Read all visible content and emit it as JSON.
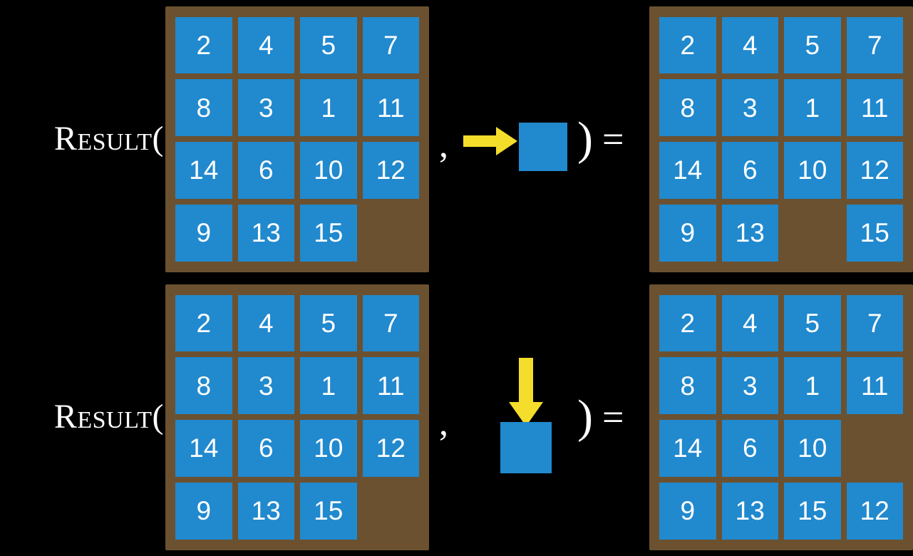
{
  "background_color": "#000000",
  "colors": {
    "tile": "#2189ce",
    "board_frame": "#6b5130",
    "arrow": "#f5dd2c",
    "text": "#ffffff"
  },
  "rows": [
    {
      "id": "result-row-slide-right",
      "label": "Result(",
      "comma": ",",
      "close_paren": ")",
      "equals": "=",
      "move_icon": "arrow-right-icon",
      "move_direction": "right",
      "input_board": {
        "name": "input-board-top",
        "rows": 4,
        "cols": 4,
        "cells": [
          [
            "2",
            "4",
            "5",
            "7"
          ],
          [
            "8",
            "3",
            "1",
            "11"
          ],
          [
            "14",
            "6",
            "10",
            "12"
          ],
          [
            "9",
            "13",
            "15",
            ""
          ]
        ]
      },
      "output_board": {
        "name": "output-board-top",
        "rows": 4,
        "cols": 4,
        "cells": [
          [
            "2",
            "4",
            "5",
            "7"
          ],
          [
            "8",
            "3",
            "1",
            "11"
          ],
          [
            "14",
            "6",
            "10",
            "12"
          ],
          [
            "9",
            "13",
            "",
            "15"
          ]
        ]
      }
    },
    {
      "id": "result-row-slide-down",
      "label": "Result(",
      "comma": ",",
      "close_paren": ")",
      "equals": "=",
      "move_icon": "arrow-down-icon",
      "move_direction": "down",
      "input_board": {
        "name": "input-board-bottom",
        "rows": 4,
        "cols": 4,
        "cells": [
          [
            "2",
            "4",
            "5",
            "7"
          ],
          [
            "8",
            "3",
            "1",
            "11"
          ],
          [
            "14",
            "6",
            "10",
            "12"
          ],
          [
            "9",
            "13",
            "15",
            ""
          ]
        ]
      },
      "output_board": {
        "name": "output-board-bottom",
        "rows": 4,
        "cols": 4,
        "cells": [
          [
            "2",
            "4",
            "5",
            "7"
          ],
          [
            "8",
            "3",
            "1",
            "11"
          ],
          [
            "14",
            "6",
            "10",
            ""
          ],
          [
            "9",
            "13",
            "15",
            "12"
          ]
        ]
      }
    }
  ]
}
